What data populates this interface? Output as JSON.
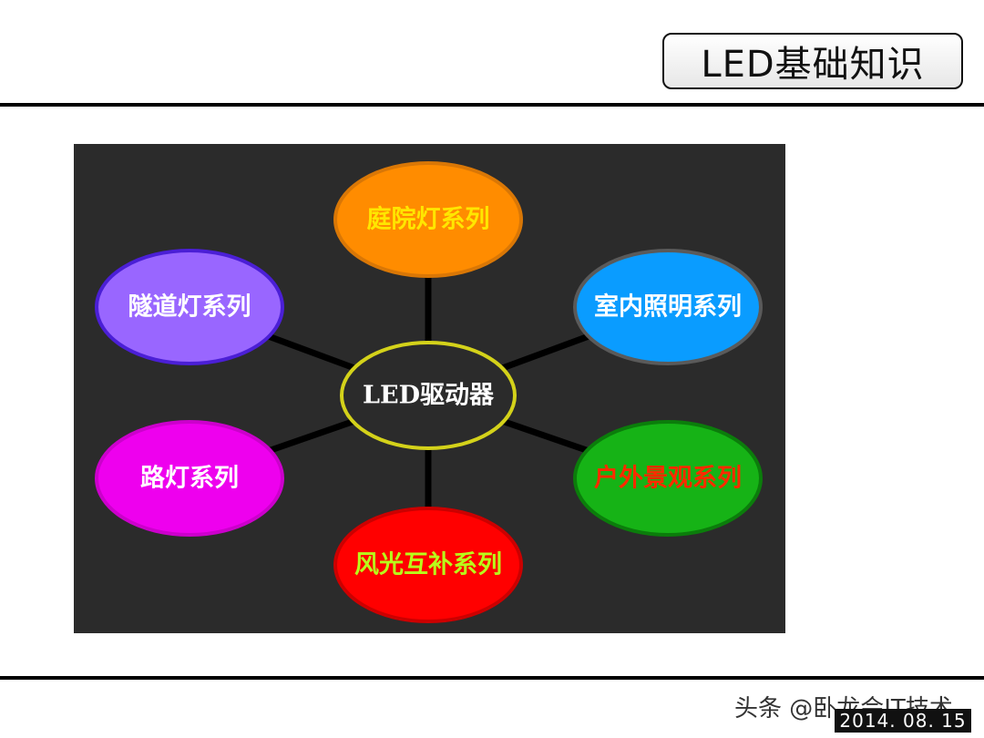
{
  "header": {
    "title": "LED基础知识"
  },
  "diagram": {
    "center": {
      "label": "LED驱动器",
      "fill": "#2b2b2b",
      "stroke": "#d4d21a",
      "text_color": "#ffffff"
    },
    "nodes": [
      {
        "label": "庭院灯系列",
        "fill": "#ff8c00",
        "stroke": "#d97706",
        "text_color": "#ffe600"
      },
      {
        "label": "室内照明系列",
        "fill": "#0a9cff",
        "stroke": "#5a5a5a",
        "text_color": "#ffffff"
      },
      {
        "label": "户外景观系列",
        "fill": "#16b316",
        "stroke": "#0b7d0b",
        "text_color": "#ff2a00"
      },
      {
        "label": "风光互补系列",
        "fill": "#ff0000",
        "stroke": "#cc0000",
        "text_color": "#b8ff1a"
      },
      {
        "label": "路灯系列",
        "fill": "#ee00ee",
        "stroke": "#cc00cc",
        "text_color": "#ffffff"
      },
      {
        "label": "隧道灯系列",
        "fill": "#9966ff",
        "stroke": "#4b1fd6",
        "text_color": "#ffffff"
      }
    ],
    "connector_color": "#000000"
  },
  "footer": {
    "watermark": "头条 @卧龙会IT技术",
    "date": "2014. 08. 15"
  }
}
